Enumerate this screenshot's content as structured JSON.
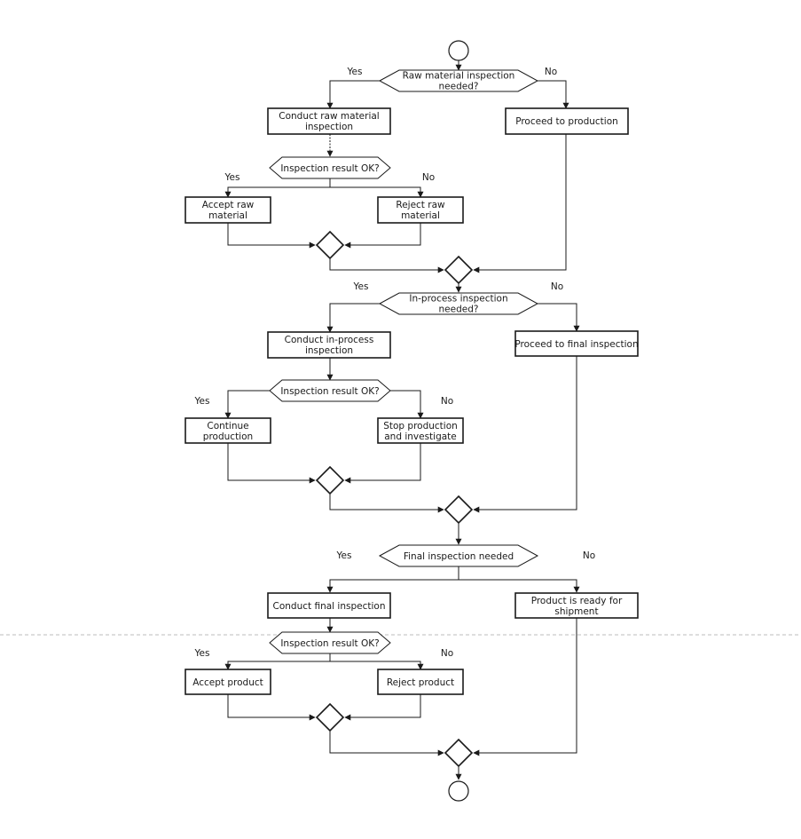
{
  "start": {
    "label": ""
  },
  "end": {
    "label": ""
  },
  "raw": {
    "question": [
      "Raw material inspection",
      "needed?"
    ],
    "yes": "Yes",
    "no": "No",
    "conduct": [
      "Conduct raw material",
      "inspection"
    ],
    "skip": [
      "Proceed to production"
    ],
    "result": [
      "Inspection result OK?"
    ],
    "result_yes": "Yes",
    "result_no": "No",
    "accept": [
      "Accept raw",
      "material"
    ],
    "reject": [
      "Reject raw",
      "material"
    ]
  },
  "inprocess": {
    "question": [
      "In-process inspection",
      "needed?"
    ],
    "yes": "Yes",
    "no": "No",
    "conduct": [
      "Conduct in-process",
      "inspection"
    ],
    "skip": [
      "Proceed to final inspection"
    ],
    "result": [
      "Inspection result OK?"
    ],
    "result_yes": "Yes",
    "result_no": "No",
    "accept": [
      "Continue",
      "production"
    ],
    "reject": [
      "Stop production",
      "and investigate"
    ]
  },
  "final": {
    "question": [
      "Final inspection needed"
    ],
    "yes": "Yes",
    "no": "No",
    "conduct": [
      "Conduct final inspection"
    ],
    "skip": [
      "Product is ready for",
      "shipment"
    ],
    "result": [
      "Inspection result OK?"
    ],
    "result_yes": "Yes",
    "result_no": "No",
    "accept": [
      "Accept product"
    ],
    "reject": [
      "Reject product"
    ]
  }
}
